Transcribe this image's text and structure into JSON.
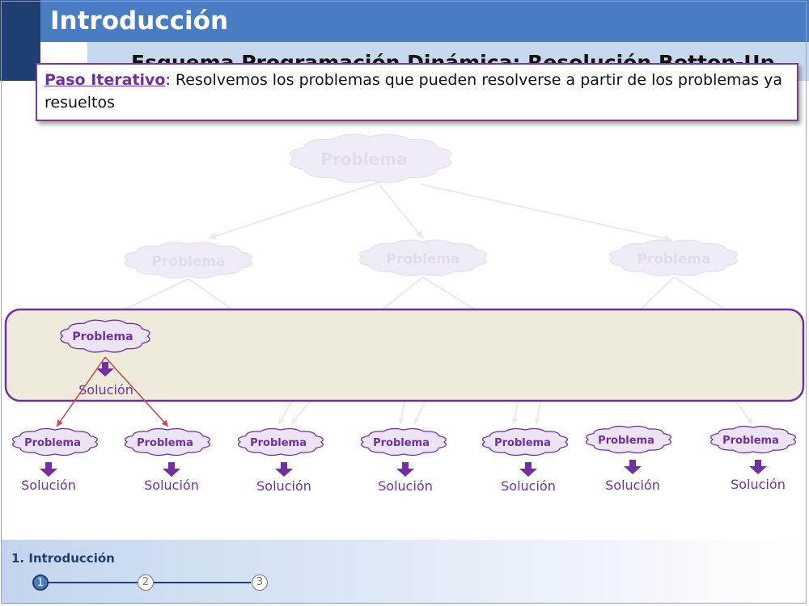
{
  "header": {
    "title": "Introducción",
    "subtitle": "Esquema Programación Dinámica: Resolución Botton-Up"
  },
  "callout": {
    "key_term": "Paso Iterativo",
    "text": ": Resolvemos los problemas que pueden resolverse a partir de los problemas ya resueltos"
  },
  "diagram": {
    "problem_label": "Problema",
    "solution_label": "Solución",
    "levels": {
      "root": {
        "count": 1,
        "state": "faded"
      },
      "middle": {
        "count": 3,
        "state": "faded"
      },
      "highlighted": {
        "count": 1,
        "state": "active"
      },
      "leaves": {
        "count": 7,
        "state": "solved"
      }
    }
  },
  "colors": {
    "header_bar": "#4a7cc4",
    "header_dark": "#1f3f72",
    "accent_purple": "#7030a0",
    "cloud_fill": "#ece4f4",
    "highlight_box": "#eeebdc",
    "faded": "#f1eaf7",
    "dependency_arrow": "#c0504d"
  },
  "footer": {
    "section": "1. Introducción",
    "steps": [
      "1",
      "2",
      "3"
    ],
    "active_step": "1"
  }
}
